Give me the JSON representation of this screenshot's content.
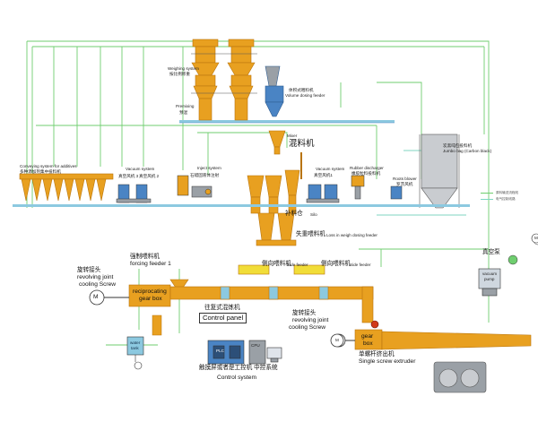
{
  "labels": {
    "weighing_system": [
      "Weighing system",
      "按比例称重"
    ],
    "premixing": [
      "Premixing",
      "预混"
    ],
    "volume_feeder": [
      "体积式喂料机",
      "Volume dosing feeder"
    ],
    "mixer": [
      "Mixer",
      "混料机"
    ],
    "conveying": [
      "Conveying system for additives",
      "多种添加剂集中投料机"
    ],
    "vacuum_left": [
      "Vacuum system",
      "真空风机 3",
      "真空风机 2"
    ],
    "inject": [
      "Inject system",
      "石蜡固液体注射"
    ],
    "vacuum_mid": [
      "Vacuum system",
      "真空风机1"
    ],
    "rubber_disch": [
      "Rubber discharger",
      "橡胶粒料投料机"
    ],
    "roots": [
      "Roots blower",
      "罗茨风机"
    ],
    "jumbo": [
      "炭黑吨包投料机",
      "Jumbo bag (Carbon black)"
    ],
    "silo": [
      "补料仓",
      "Silo"
    ],
    "liw": [
      "失重喂料机",
      "Loss in weigh dosing feeder"
    ],
    "side1": [
      "侧向喂料机",
      "Side feeder"
    ],
    "side2": [
      "侧向喂料机",
      "Side feeder"
    ],
    "forcing": [
      "强制喂料机",
      "forcing feeder 1"
    ],
    "rev_left": [
      "旋转接头",
      "revolving joint",
      "cooling Screw"
    ],
    "recip_box": [
      "reciprocating",
      "gear box"
    ],
    "recip_cn": "往复式混炼机",
    "control_panel": "Control panel",
    "rev_right": [
      "旋转接头",
      "revolving joint",
      "cooling Screw"
    ],
    "gear_box_right": [
      "gear",
      "box"
    ],
    "water_tank": [
      "water",
      "tank"
    ],
    "control_system": [
      "触摸屏或者是工控机 中控系统",
      "Control system"
    ],
    "extruder": [
      "单螺杆挤出机",
      "Single screw extruder"
    ],
    "vacuum_pump_top": "真空泵",
    "vacuum_pump_box": [
      "vacuum",
      "pump"
    ],
    "motor_symbol": "M",
    "plc": "PLC",
    "plc_small": "CPU"
  },
  "legend": [
    "原料输送流程线",
    "电气控制线路"
  ],
  "colors": {
    "machine": "#e8a020",
    "machine_dark": "#b8740c",
    "pipe": "#76c96f",
    "blue": "#4a84c4",
    "grey": "#9aa0a6",
    "floor": "#8cc9e0"
  }
}
